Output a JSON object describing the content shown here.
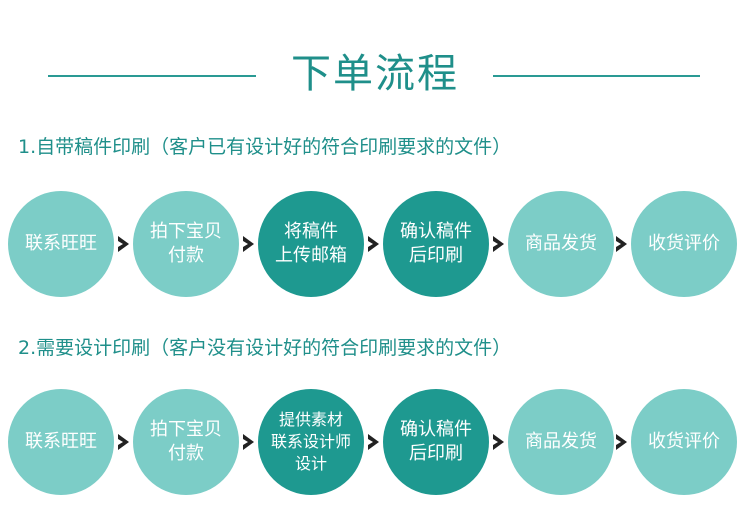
{
  "title": "下单流程",
  "sections": [
    {
      "heading": "1.自带稿件印刷（客户已有设计好的符合印刷要求的文件）",
      "steps": [
        {
          "lines": [
            "联系旺旺"
          ]
        },
        {
          "lines": [
            "拍下宝贝",
            "付款"
          ]
        },
        {
          "lines": [
            "将稿件",
            "上传邮箱"
          ]
        },
        {
          "lines": [
            "确认稿件",
            "后印刷"
          ]
        },
        {
          "lines": [
            "商品发货"
          ]
        },
        {
          "lines": [
            "收货评价"
          ]
        }
      ]
    },
    {
      "heading": "2.需要设计印刷（客户没有设计好的符合印刷要求的文件）",
      "steps": [
        {
          "lines": [
            "联系旺旺"
          ]
        },
        {
          "lines": [
            "拍下宝贝",
            "付款"
          ]
        },
        {
          "lines": [
            "提供素材",
            "联系设计师",
            "设计"
          ]
        },
        {
          "lines": [
            "确认稿件",
            "后印刷"
          ]
        },
        {
          "lines": [
            "商品发货"
          ]
        },
        {
          "lines": [
            "收货评价"
          ]
        }
      ]
    }
  ],
  "colors": {
    "accent": "#1f8f8a",
    "light_step": "#7ccdc7",
    "dark_step": "#1e9990",
    "arrow": "#222222"
  },
  "icons": {
    "arrow": "chevron-right-icon"
  }
}
